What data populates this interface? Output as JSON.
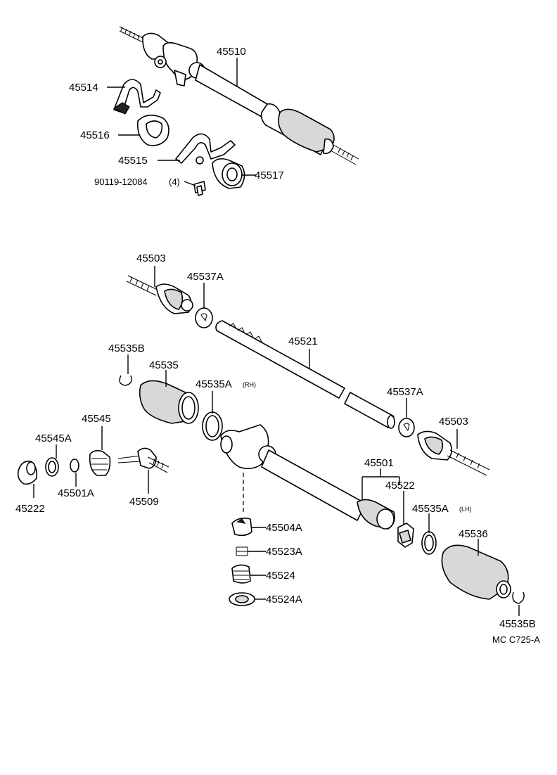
{
  "labels": {
    "p45510": "45510",
    "p45514": "45514",
    "p45516": "45516",
    "p45515": "45515",
    "p45517": "45517",
    "p90119": "90119-12084",
    "p90119_qty": "(4)",
    "p45503_top": "45503",
    "p45537a_top": "45537A",
    "p45521": "45521",
    "p45535b_top": "45535B",
    "p45535": "45535",
    "p45535a_rh": "45535A",
    "p45535a_rh_sub": "(RH)",
    "p45537a_right": "45537A",
    "p45503_right": "45503",
    "p45545": "45545",
    "p45545a": "45545A",
    "p45501": "45501",
    "p45522": "45522",
    "p45501a": "45501A",
    "p45509": "45509",
    "p45222": "45222",
    "p45535a_lh": "45535A",
    "p45535a_lh_sub": "(LH)",
    "p45536": "45536",
    "p45504a": "45504A",
    "p45523a": "45523A",
    "p45524": "45524",
    "p45524a": "45524A",
    "p45535b_bottom": "45535B",
    "ref_code": "MC  C725-A"
  }
}
